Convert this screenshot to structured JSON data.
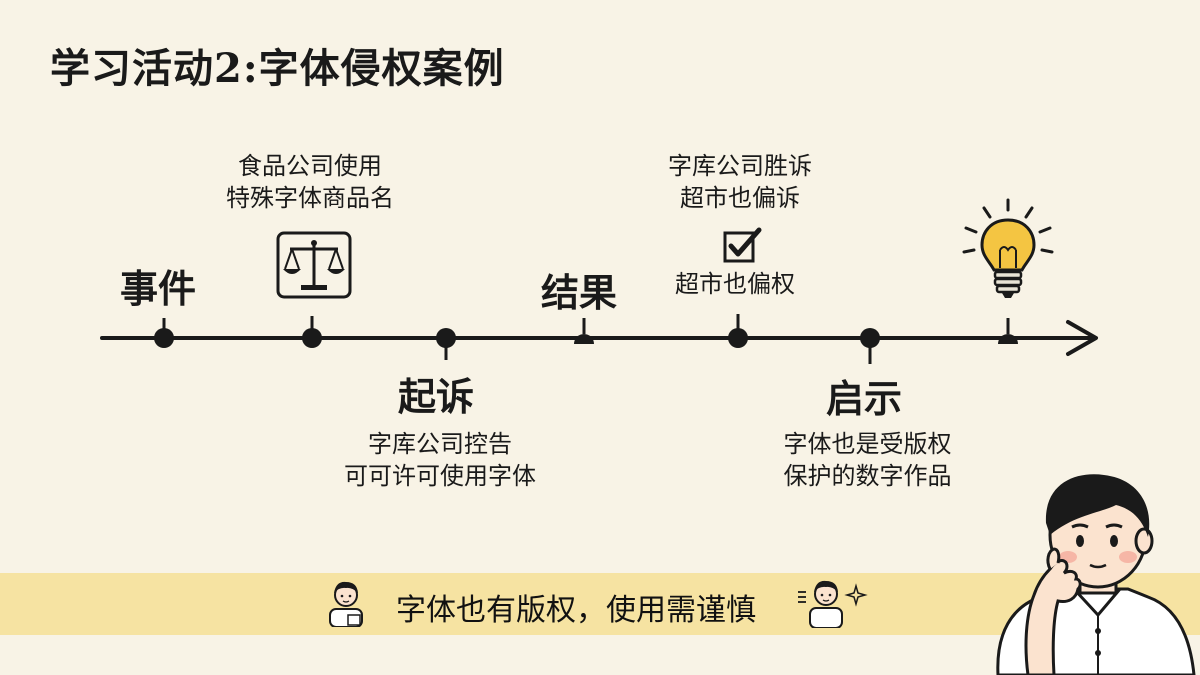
{
  "title": "学习活动2:字体侵权案例",
  "timeline": {
    "stages": {
      "event": "事件",
      "lawsuit": "起诉",
      "result": "结果",
      "insight": "启示"
    },
    "descriptions": {
      "event_line1": "食品公司使用",
      "event_line2": "特殊字体商品名",
      "lawsuit_line1": "字库公司控告",
      "lawsuit_line2": "可可许可使用字体",
      "result_line1": "字库公司胜诉",
      "result_line2": "超市也偏诉",
      "result_line3": "超市也偏权",
      "insight_line1": "字体也是受版权",
      "insight_line2": "保护的数字作品"
    }
  },
  "banner": {
    "text": "字体也有版权，使用需谨慎"
  },
  "colors": {
    "background": "#f8f3e6",
    "banner": "#f6e3a2",
    "line": "#1a1a1a",
    "bulb": "#f4c542"
  },
  "icons": [
    "scales-icon",
    "checkbox-icon",
    "lightbulb-icon",
    "person-icon",
    "thinking-person-icon"
  ]
}
